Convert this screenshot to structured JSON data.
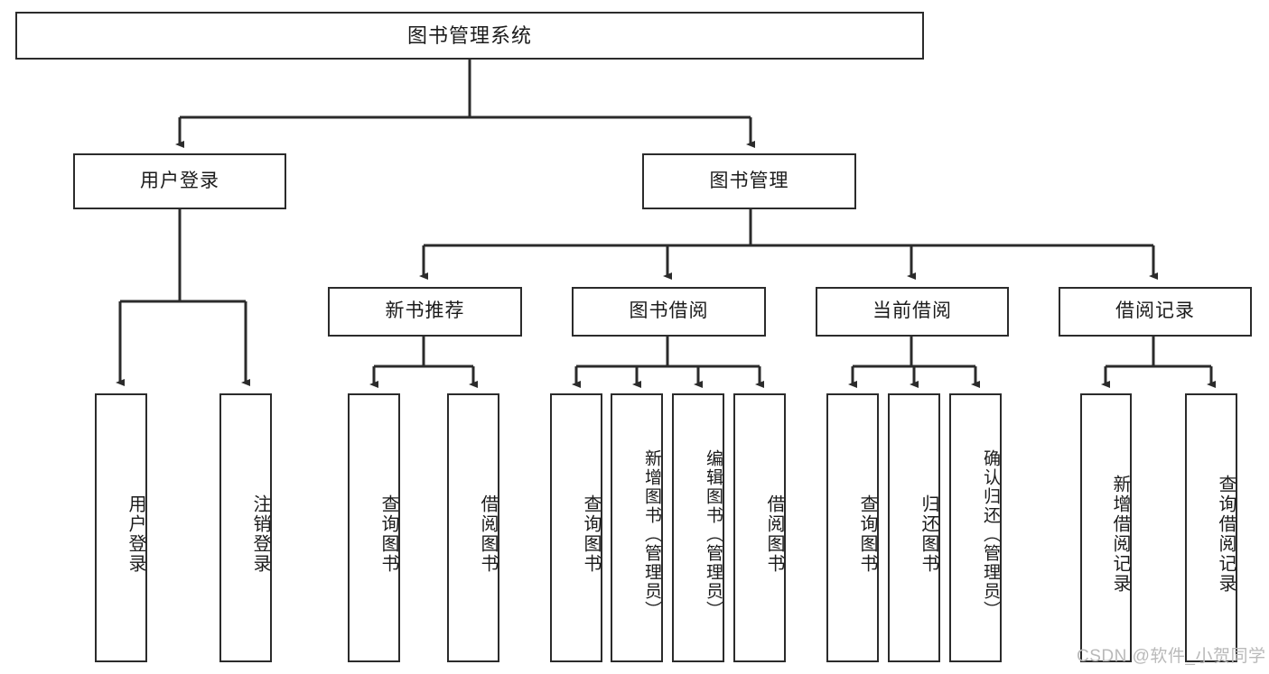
{
  "diagram": {
    "title": "图书管理系统",
    "type": "hierarchy-tree",
    "root": {
      "label": "图书管理系统"
    },
    "level1": [
      {
        "label": "用户登录"
      },
      {
        "label": "图书管理"
      }
    ],
    "level2": [
      {
        "label": "新书推荐"
      },
      {
        "label": "图书借阅"
      },
      {
        "label": "当前借阅"
      },
      {
        "label": "借阅记录"
      }
    ],
    "leaves": {
      "user_login": [
        {
          "label": "用户登录"
        },
        {
          "label": "注销登录"
        }
      ],
      "new_book_recommend": [
        {
          "label": "查询图书"
        },
        {
          "label": "借阅图书"
        }
      ],
      "book_borrow": [
        {
          "label": "查询图书"
        },
        {
          "label": "新增图书（管理员）"
        },
        {
          "label": "编辑图书（管理员）"
        },
        {
          "label": "借阅图书"
        }
      ],
      "current_borrow": [
        {
          "label": "查询图书"
        },
        {
          "label": "归还图书"
        },
        {
          "label": "确认归还（管理员）"
        }
      ],
      "borrow_record": [
        {
          "label": "新增借阅记录"
        },
        {
          "label": "查询借阅记录"
        }
      ]
    }
  },
  "watermark": {
    "text": "CSDN @软件_小贺同学"
  },
  "colors": {
    "border": "#2b2b2b",
    "background": "#ffffff",
    "text": "#1b1b1b",
    "watermark": "#b9b9b9"
  }
}
